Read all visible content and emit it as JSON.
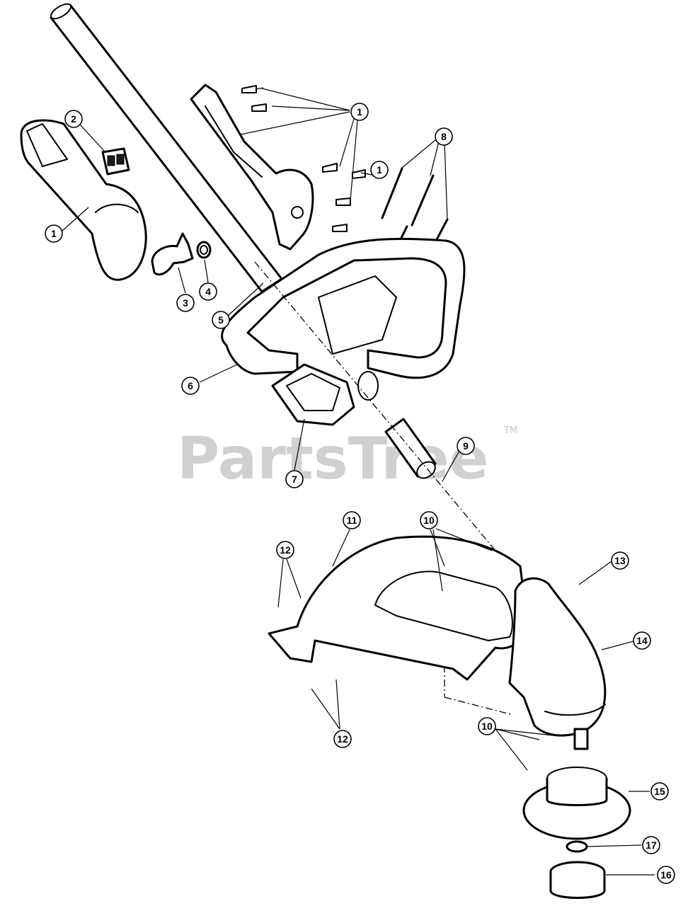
{
  "watermark": {
    "text": "PartsTree",
    "trademark": "TM"
  },
  "callouts": [
    "1",
    "1",
    "1",
    "2",
    "3",
    "4",
    "5",
    "6",
    "7",
    "8",
    "9",
    "10",
    "10",
    "11",
    "12",
    "12",
    "13",
    "14",
    "15",
    "16",
    "17"
  ]
}
